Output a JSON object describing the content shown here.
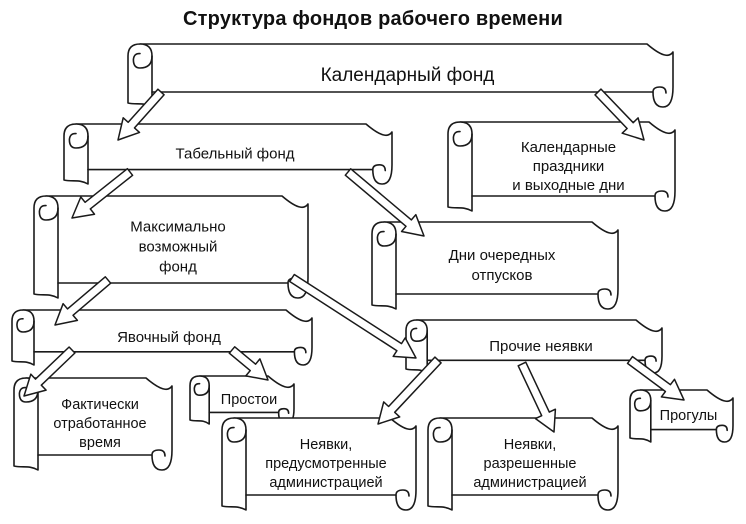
{
  "title": "Структура фондов рабочего времени",
  "nodes": {
    "calendar_fund": [
      "Календарный фонд"
    ],
    "holidays": [
      "Календарные",
      "праздники",
      "и выходные дни"
    ],
    "tabel_fund": [
      "Табельный фонд"
    ],
    "max_fund": [
      "Максимально",
      "возможный",
      "фонд"
    ],
    "vacation_days": [
      "Дни очередных",
      "отпусков"
    ],
    "attendance_fund": [
      "Явочный фонд"
    ],
    "other_absences": [
      "Прочие неявки"
    ],
    "actually_worked": [
      "Фактически",
      "отработанное",
      "время"
    ],
    "downtime": [
      "Простои"
    ],
    "truancy": [
      "Прогулы"
    ],
    "admin_provided": [
      "Неявки,",
      "предусмотренные",
      "администрацией"
    ],
    "admin_permitted": [
      "Неявки,",
      "разрешенные",
      "администрацией"
    ]
  }
}
